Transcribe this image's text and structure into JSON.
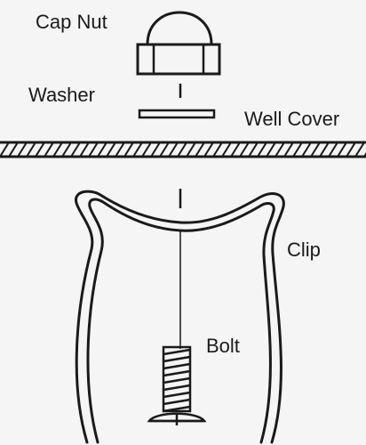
{
  "labels": {
    "cap_nut": "Cap Nut",
    "washer": "Washer",
    "well_cover": "Well Cover",
    "clip": "Clip",
    "bolt": "Bolt"
  },
  "colors": {
    "background": "#f5f5f5",
    "line": "#1a1a1a"
  }
}
